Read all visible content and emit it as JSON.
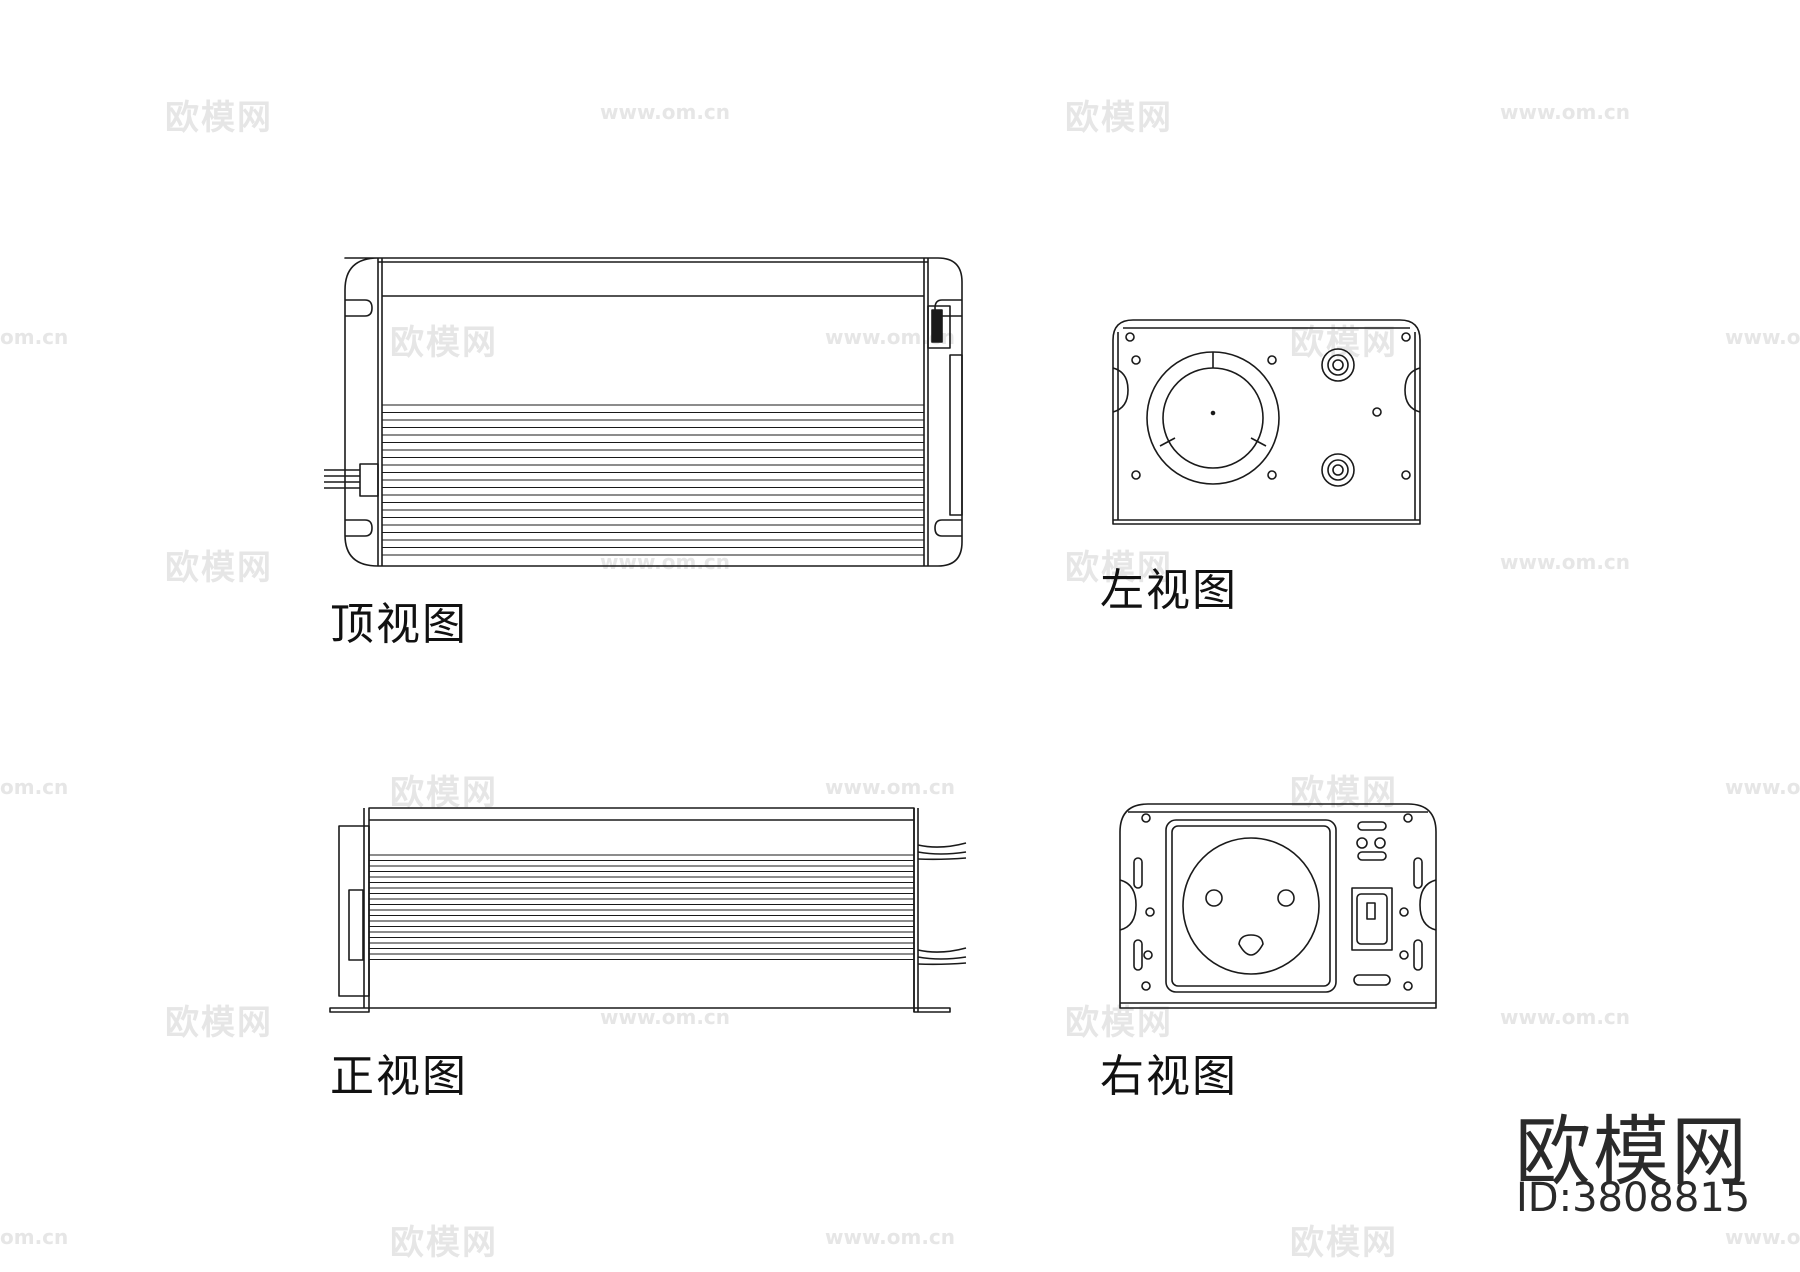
{
  "views": {
    "top": "顶视图",
    "left": "左视图",
    "front": "正视图",
    "right": "右视图"
  },
  "watermark": {
    "logo_text": "欧模网",
    "url_text": "www.om.cn",
    "url_clipped": "om.cn"
  },
  "brand": {
    "logo": "欧模网",
    "id": "ID:3808815"
  },
  "colors": {
    "line": "#1a1a1a",
    "watermark": "#e6e6e6"
  }
}
